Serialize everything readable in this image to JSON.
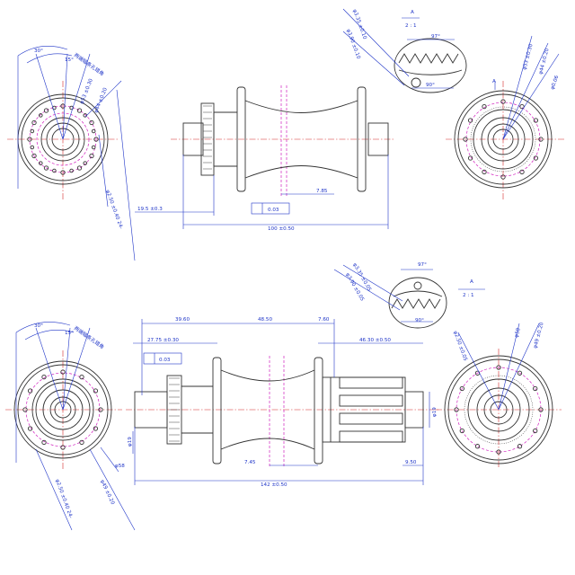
{
  "top": {
    "left_view": {
      "angle_30": "30°",
      "angle_15": "15°",
      "label_cn": "两端辐条孔错角",
      "dia_53": "φ53 ±0.30",
      "dia_44": "φ44 ±0.20",
      "hole": "φ2.50 ±0.40  24-"
    },
    "side": {
      "dim_19_5": "19.5 ±0.3",
      "dim_7_85": "7.85",
      "dim_100": "100 ±0.50",
      "gdt": "0.03"
    },
    "detail": {
      "label": "A",
      "scale": "2 : 1",
      "angle_top": "97°",
      "angle_bottom": "90°",
      "dia_3_35": "φ3.35 ±0.10",
      "dia_3_9": "φ3.90 ±0.10"
    },
    "right_view": {
      "marker": "A",
      "dia_53": "φ53 ±0.30",
      "dia_44": "φ44 ±0.20",
      "dia_0_06": "φ0.06"
    }
  },
  "bottom": {
    "left_view": {
      "angle_30": "30°",
      "angle_15": "15°",
      "label_cn": "两端辐条孔错角",
      "dia_49": "φ49 ±0.20",
      "hole": "φ2.50 ±0.40  24-",
      "dia_58": "φ58"
    },
    "side": {
      "dim_39_6": "39.60",
      "dim_48_5": "48.50",
      "dim_7_6": "7.60",
      "dim_27_75": "27.75 ±0.30",
      "dim_46_3": "46.30 ±0.50",
      "dim_19_left": "φ19",
      "dim_19_right": "φ19",
      "dim_7_45": "7.45",
      "dim_9_5": "9.50",
      "dim_142": "142 ±0.50",
      "gdt": "0.03"
    },
    "detail": {
      "label": "A",
      "scale": "2 : 1",
      "angle_top": "97°",
      "angle_bottom": "90°",
      "dia_3_35": "φ3.35 ±0.05",
      "dia_3_9": "φ3.90 ±0.05"
    },
    "right_view": {
      "dia_58": "φ58",
      "dia_49": "φ49 ±0.20",
      "dia_2_5": "φ2.50 ±0.05"
    }
  }
}
